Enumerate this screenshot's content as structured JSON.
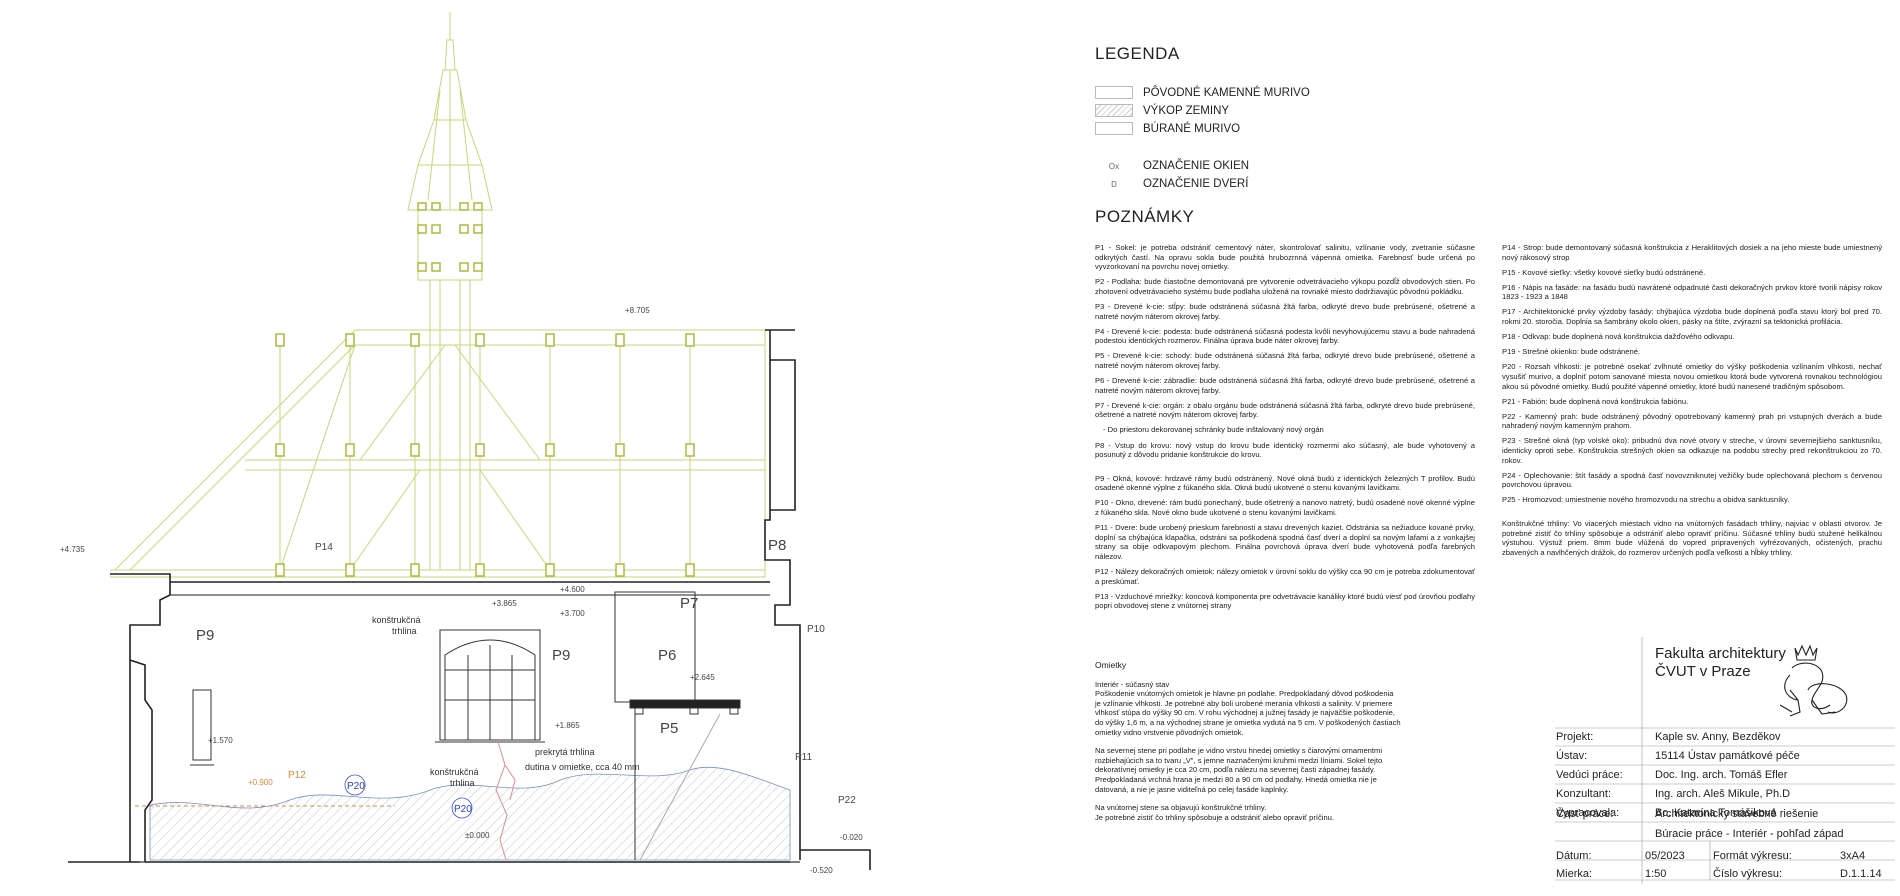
{
  "drawing": {
    "levels": [
      "+8.705",
      "+4.735",
      "+4.600",
      "+3.865",
      "+3.700",
      "+2.645",
      "+1.865",
      "+1.570",
      "+0.900",
      "±0.000",
      "-0.020",
      "-0.520"
    ],
    "tags": [
      "P14",
      "P8",
      "P7",
      "P6",
      "P5",
      "P9",
      "P9",
      "P10",
      "P11",
      "P22",
      "P12",
      "P20",
      "P20"
    ],
    "notes": {
      "crack1": [
        "konštrukčná",
        "trhlina"
      ],
      "crack2": [
        "konštrukčná",
        "trhlina"
      ],
      "hidden_crack": "prekrytá trhlina",
      "cavity": "dutina v omietke, cca 40 mm"
    }
  },
  "legend": {
    "title": "LEGENDA",
    "items": [
      "PÔVODNÉ KAMENNÉ MURIVO",
      "VÝKOP ZEMINY",
      "BÚRANÉ MURIVO"
    ],
    "window_symbol": "Ox",
    "door_symbol": "D",
    "window_label": "OZNAČENIE OKIEN",
    "door_label": "OZNAČENIE DVERÍ"
  },
  "notes": {
    "title": "POZNÁMKY",
    "col1": [
      "P1 - Sokel: je potreba odstrániť cementový náter, skontrolovať salinitu, vzlínanie vody, zvetranie súčasne odkrytých častí. Na opravu sokla bude použitá hrubozrnná vápenná omietka. Farebnosť bude určená po vyvzorkovaní na povrchu novej omietky.",
      "P2 - Podlaha: bude čiastočne demontovaná pre vytvorenie odvetrávacieho výkopu pozdĺž obvodových stien. Po zhotovení odvetrávacieho systému bude podlaha uložená na rovnaké miesto dodržiavajúc pôvodnú pokládku.",
      "P3 - Drevené k-cie: stĺpy: bude odstránená súčasná žltá farba, odkryté drevo bude prebrúsené, ošetrené a natreté novým náterom okrovej farby.",
      "P4 - Drevené k-cie: podesta: bude odstránená súčasná podesta kvôli nevyhovujúcemu stavu a bude nahradená podestou identických rozmerov. Finálna úprava bude náter okrovej farby.",
      "P5 - Drevené k-cie: schody: bude odstránená súčasná žltá farba, odkryté drevo bude prebrúsené, ošetrené a natreté novým náterom okrovej farby.",
      "P6 - Drevené k-cie: zábradlie: bude odstránená súčasná žltá farba, odkryté drevo bude prebrúsené, ošetrené a natreté novým náterom okrovej farby.",
      "P7 - Drevené k-cie: orgán: z obalu orgánu bude odstránená súčasná žltá farba, odkryté drevo bude prebrúsené, ošetrené a natreté novým náterom okrovej farby.",
      "- Do priestoru dekorovanej schránky bude inštalovaný nový orgán",
      "P8 - Vstup do krovu: nový vstup do krovu bude identický rozmermi ako súčasný, ale bude vyhotovený a posunutý z dôvodu pridanie konštrukcie do krovu.",
      "P9 - Okná, kovové: hrdzavé rámy budú odstránený. Nové okná budú z identických železných T profilov. Budú osadené okenné výplne z fúkaného skla. Okná budú ukotvené o stenu kovanými lavičkami.",
      "P10 - Okno, drevené: rám budú ponechaný, bude ošetrený a nanovo natretý, budú osadené nové okenné výplne z fúkaného skla. Nové okno bude ukotvené o stenu kovanými lavičkami.",
      "P11 - Dvere: bude urobený prieskum farebnosti a stavu drevených kaziet. Odstránia sa nežiaduce kované prvky, doplní sa chýbajúca klapačka, odstráni sa poškodená spodná časť dverí a doplní sa novým lafami a z vonkajšej strany sa obije odkvapovým plechom. Finálna povrchová úprava dverí bude vyhotovená podľa farebných nálezov.",
      "P12 - Nálezy dekoračných omietok: nálezy omietok v úrovni soklu do výšky cca 90 cm je potreba zdokumentovať a preskúmať.",
      "P13 - Vzduchové mriežky: koncová komponenta pre odvetrávacie kanáliky ktoré budú viesť pod úrovňou podlahy popri obvodovej stene z vnútornej strany"
    ],
    "col2": [
      "P14 - Strop: bude demontovaný súčasná konštrukcia z Heraklitových dosiek a na jeho mieste bude umiestnený nový rákosový strop",
      "P15 - Kovové sieťky: všetky kovové sieťky budú odstránené.",
      "P16 - Nápis na fasáde: na fasádu budú navrátené odpadnuté časti dekoračných prvkov ktoré tvorili nápisy rokov 1823 - 1923 a 1848",
      "P17 - Architektonické prvky výzdoby fasády: chýbajúca výzdoba bude doplnená podľa stavu ktorý bol pred 70. rokmi 20. storočia. Doplnia sa šambrány okolo okien, pásky na štíte, zvýrazní sa tektonická profilácia.",
      "P18 - Odkvap: bude doplnená nová konštrukcia dažďového odkvapu.",
      "P19 - Strešné okienko: bude odstránené.",
      "P20 - Rozsah vlhkosti: je potrebné osekať zvlhnuté omietky do výšky poškodenia vzlínaním vlhkosti, nechať vysušiť murivo, a doplniť potom sanované miesta novou omietkou ktorá bude vytvorená rovnakou technológiou akou sú pôvodné omietky. Budú použité vápenné omietky, ktoré budú nanesené tradičným spôsobom.",
      "P21 - Fabión: bude doplnená nová konštrukcia fabiónu.",
      "P22 - Kamenný prah: bude odstránený pôvodný opotrebovaný kamenný prah pri vstupných dverách a bude nahradený novým kamenným prahom.",
      "P23 - Strešné okná (typ volské oko): pribudnú dva nové otvory v streche, v úrovni severnejšieho sanktusníku, identicky oproti sebe. Konštrukcia strešných okien sa odkazuje na podobu strechy pred rekonštrukciou zo 70. rokov.",
      "P24 - Oplechovanie: štít fasády a spodná časť novovzniknutej vežičky bude oplechovaná plechom s červenou povrchovou úpravou.",
      "P25 - Hromozvod: umiestnenie nového hromozvodu na strechu a obidva sanktusníky.",
      "Konštrukčné trhliny: Vo viacerých miestach vidno na vnútorných fasádach trhliny, najviac v oblasti otvorov. Je potrebné zistiť čo trhliny spôsobuje a odstrániť alebo opraviť príčinu. Súčasné trhliny budú stužené helikálnou výstuhou. Výstuž priem. 8mm bude vlúžená do vopred pripravených vyfrézovaných, očistených, prachu zbavených a navlhčených drážok, do rozmerov určených podľa veľkosti a hĺbky trhliny."
    ]
  },
  "omietky": {
    "title": "Omietky",
    "paragraphs": [
      "Interiér - súčasný stav\nPoškodenie vnútorných omietok je hlavne pri podlahe. Predpokladaný dôvod poškodenia je vzlínanie vlhkosti. Je potrebné aby boli urobené merania vlhkosti a salinity. V priemere vlhkosť stúpa do výšky 90 cm. V rohu východnej a južnej fasády je najväčšie poškodenie, do výšky 1,6 m, a na východnej strane je omietka vydutá na 5 cm. V poškodených častiach omietky vidno vrstvenie pôvodných omietok.",
      "Na severnej stene pri podlahe je vidno vrstvu hnedej omietky s čiarovými ornamentmi rozbiehajúcich sa to tvaru „V\", s jemne naznačenými kruhmi medzi líniami. Sokel tejto dekoratívnej omietky je cca 20 cm, podľa nálezu na severnej časti západnej fasády. Predpokladaná vrchná hrana je medzi 80 a 90 cm od podlahy. Hnedá omietka nie je datovaná, a nie je jasne viditeľná po celej fasáde kaplnky.",
      "Na vnútornej stene sa objavujú konštrukčné trhliny.\nJe potrebné zistiť čo trhliny spôsobuje a odstrániť alebo opraviť príčinu."
    ]
  },
  "titleblock": {
    "faculty_line1": "Fakulta architektury",
    "faculty_line2": "ČVUT v Praze",
    "rows": [
      {
        "label": "Projekt:",
        "value": "Kaple sv. Anny, Bezděkov"
      },
      {
        "label": "Ústav:",
        "value": "15114 Ústav památkové péče"
      },
      {
        "label": "Vedúci práce:",
        "value": "Doc. Ing. arch. Tomáš Efler"
      },
      {
        "label": "Konzultant:",
        "value": "Ing. arch. Aleš Mikule, Ph.D"
      },
      {
        "label": "Vypracovala:",
        "value": "Bc. Katarína Tomášiková"
      },
      {
        "label": "Časť práce:",
        "value": "Architektonicky stavebné riešenie"
      },
      {
        "label": "",
        "value": "Búracie práce - Interiér - pohľad západ"
      }
    ],
    "date_label": "Dátum:",
    "date": "05/2023",
    "format_label": "Formát výkresu:",
    "format": "3xA4",
    "scale_label": "Mierka:",
    "scale": "1:50",
    "number_label": "Číslo výkresu:",
    "number": "D.1.1.14"
  }
}
